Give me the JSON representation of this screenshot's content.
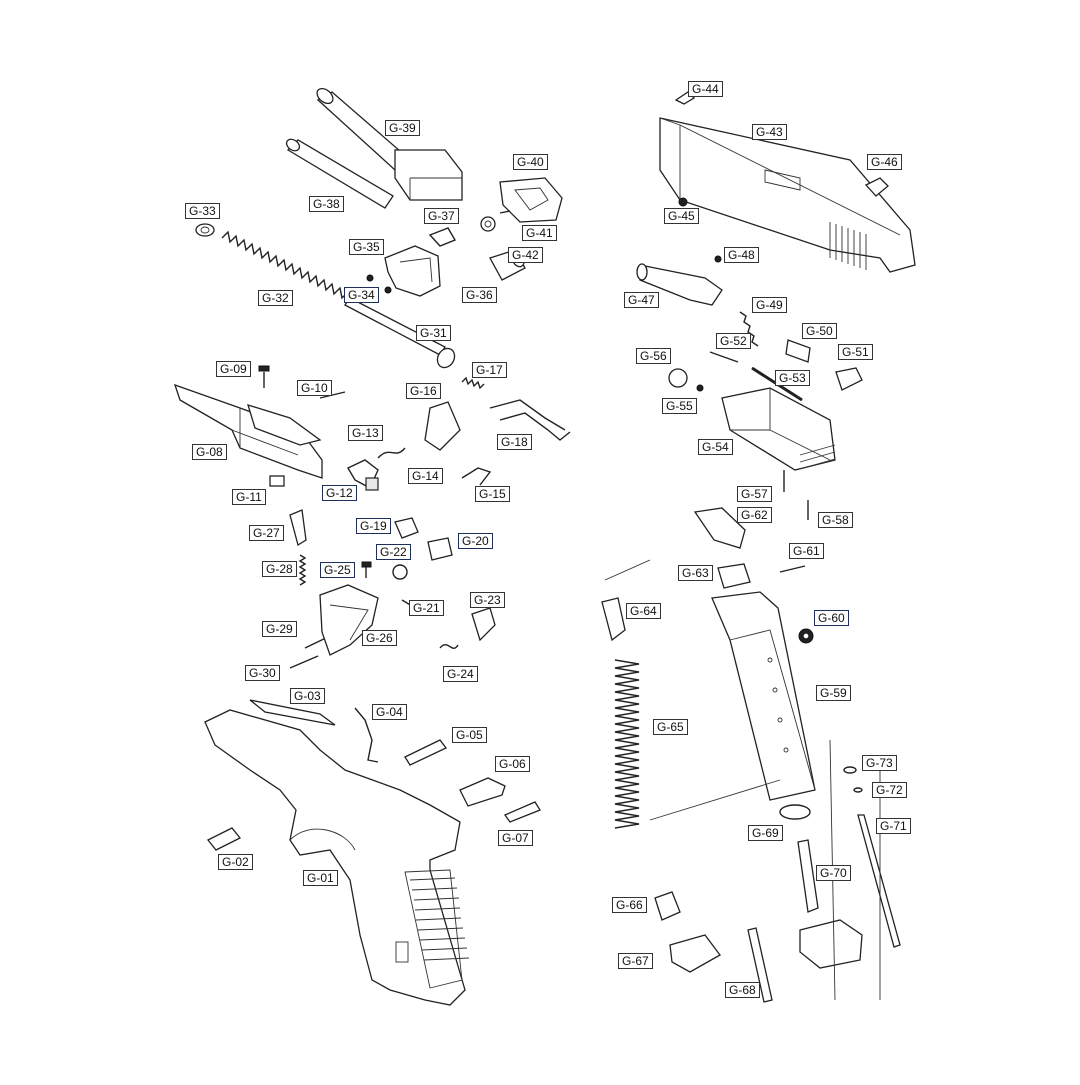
{
  "parts": [
    {
      "id": "g-01",
      "label": "G-01"
    },
    {
      "id": "g-02",
      "label": "G-02"
    },
    {
      "id": "g-03",
      "label": "G-03"
    },
    {
      "id": "g-04",
      "label": "G-04"
    },
    {
      "id": "g-05",
      "label": "G-05"
    },
    {
      "id": "g-06",
      "label": "G-06"
    },
    {
      "id": "g-07",
      "label": "G-07"
    },
    {
      "id": "g-08",
      "label": "G-08"
    },
    {
      "id": "g-09",
      "label": "G-09"
    },
    {
      "id": "g-10",
      "label": "G-10"
    },
    {
      "id": "g-11",
      "label": "G-11"
    },
    {
      "id": "g-12",
      "label": "G-12"
    },
    {
      "id": "g-13",
      "label": "G-13"
    },
    {
      "id": "g-14",
      "label": "G-14"
    },
    {
      "id": "g-15",
      "label": "G-15"
    },
    {
      "id": "g-16",
      "label": "G-16"
    },
    {
      "id": "g-17",
      "label": "G-17"
    },
    {
      "id": "g-18",
      "label": "G-18"
    },
    {
      "id": "g-19",
      "label": "G-19"
    },
    {
      "id": "g-20",
      "label": "G-20"
    },
    {
      "id": "g-21",
      "label": "G-21"
    },
    {
      "id": "g-22",
      "label": "G-22"
    },
    {
      "id": "g-23",
      "label": "G-23"
    },
    {
      "id": "g-24",
      "label": "G-24"
    },
    {
      "id": "g-25",
      "label": "G-25"
    },
    {
      "id": "g-26",
      "label": "G-26"
    },
    {
      "id": "g-27",
      "label": "G-27"
    },
    {
      "id": "g-28",
      "label": "G-28"
    },
    {
      "id": "g-29",
      "label": "G-29"
    },
    {
      "id": "g-30",
      "label": "G-30"
    },
    {
      "id": "g-31",
      "label": "G-31"
    },
    {
      "id": "g-32",
      "label": "G-32"
    },
    {
      "id": "g-33",
      "label": "G-33"
    },
    {
      "id": "g-34",
      "label": "G-34"
    },
    {
      "id": "g-35",
      "label": "G-35"
    },
    {
      "id": "g-36",
      "label": "G-36"
    },
    {
      "id": "g-37",
      "label": "G-37"
    },
    {
      "id": "g-38",
      "label": "G-38"
    },
    {
      "id": "g-39",
      "label": "G-39"
    },
    {
      "id": "g-40",
      "label": "G-40"
    },
    {
      "id": "g-41",
      "label": "G-41"
    },
    {
      "id": "g-42",
      "label": "G-42"
    },
    {
      "id": "g-43",
      "label": "G-43"
    },
    {
      "id": "g-44",
      "label": "G-44"
    },
    {
      "id": "g-45",
      "label": "G-45"
    },
    {
      "id": "g-46",
      "label": "G-46"
    },
    {
      "id": "g-47",
      "label": "G-47"
    },
    {
      "id": "g-48",
      "label": "G-48"
    },
    {
      "id": "g-49",
      "label": "G-49"
    },
    {
      "id": "g-50",
      "label": "G-50"
    },
    {
      "id": "g-51",
      "label": "G-51"
    },
    {
      "id": "g-52",
      "label": "G-52"
    },
    {
      "id": "g-53",
      "label": "G-53"
    },
    {
      "id": "g-54",
      "label": "G-54"
    },
    {
      "id": "g-55",
      "label": "G-55"
    },
    {
      "id": "g-56",
      "label": "G-56"
    },
    {
      "id": "g-57",
      "label": "G-57"
    },
    {
      "id": "g-58",
      "label": "G-58"
    },
    {
      "id": "g-59",
      "label": "G-59"
    },
    {
      "id": "g-60",
      "label": "G-60"
    },
    {
      "id": "g-61",
      "label": "G-61"
    },
    {
      "id": "g-62",
      "label": "G-62"
    },
    {
      "id": "g-63",
      "label": "G-63"
    },
    {
      "id": "g-64",
      "label": "G-64"
    },
    {
      "id": "g-65",
      "label": "G-65"
    },
    {
      "id": "g-66",
      "label": "G-66"
    },
    {
      "id": "g-67",
      "label": "G-67"
    },
    {
      "id": "g-68",
      "label": "G-68"
    },
    {
      "id": "g-69",
      "label": "G-69"
    },
    {
      "id": "g-70",
      "label": "G-70"
    },
    {
      "id": "g-71",
      "label": "G-71"
    },
    {
      "id": "g-72",
      "label": "G-72"
    },
    {
      "id": "g-73",
      "label": "G-73"
    }
  ]
}
